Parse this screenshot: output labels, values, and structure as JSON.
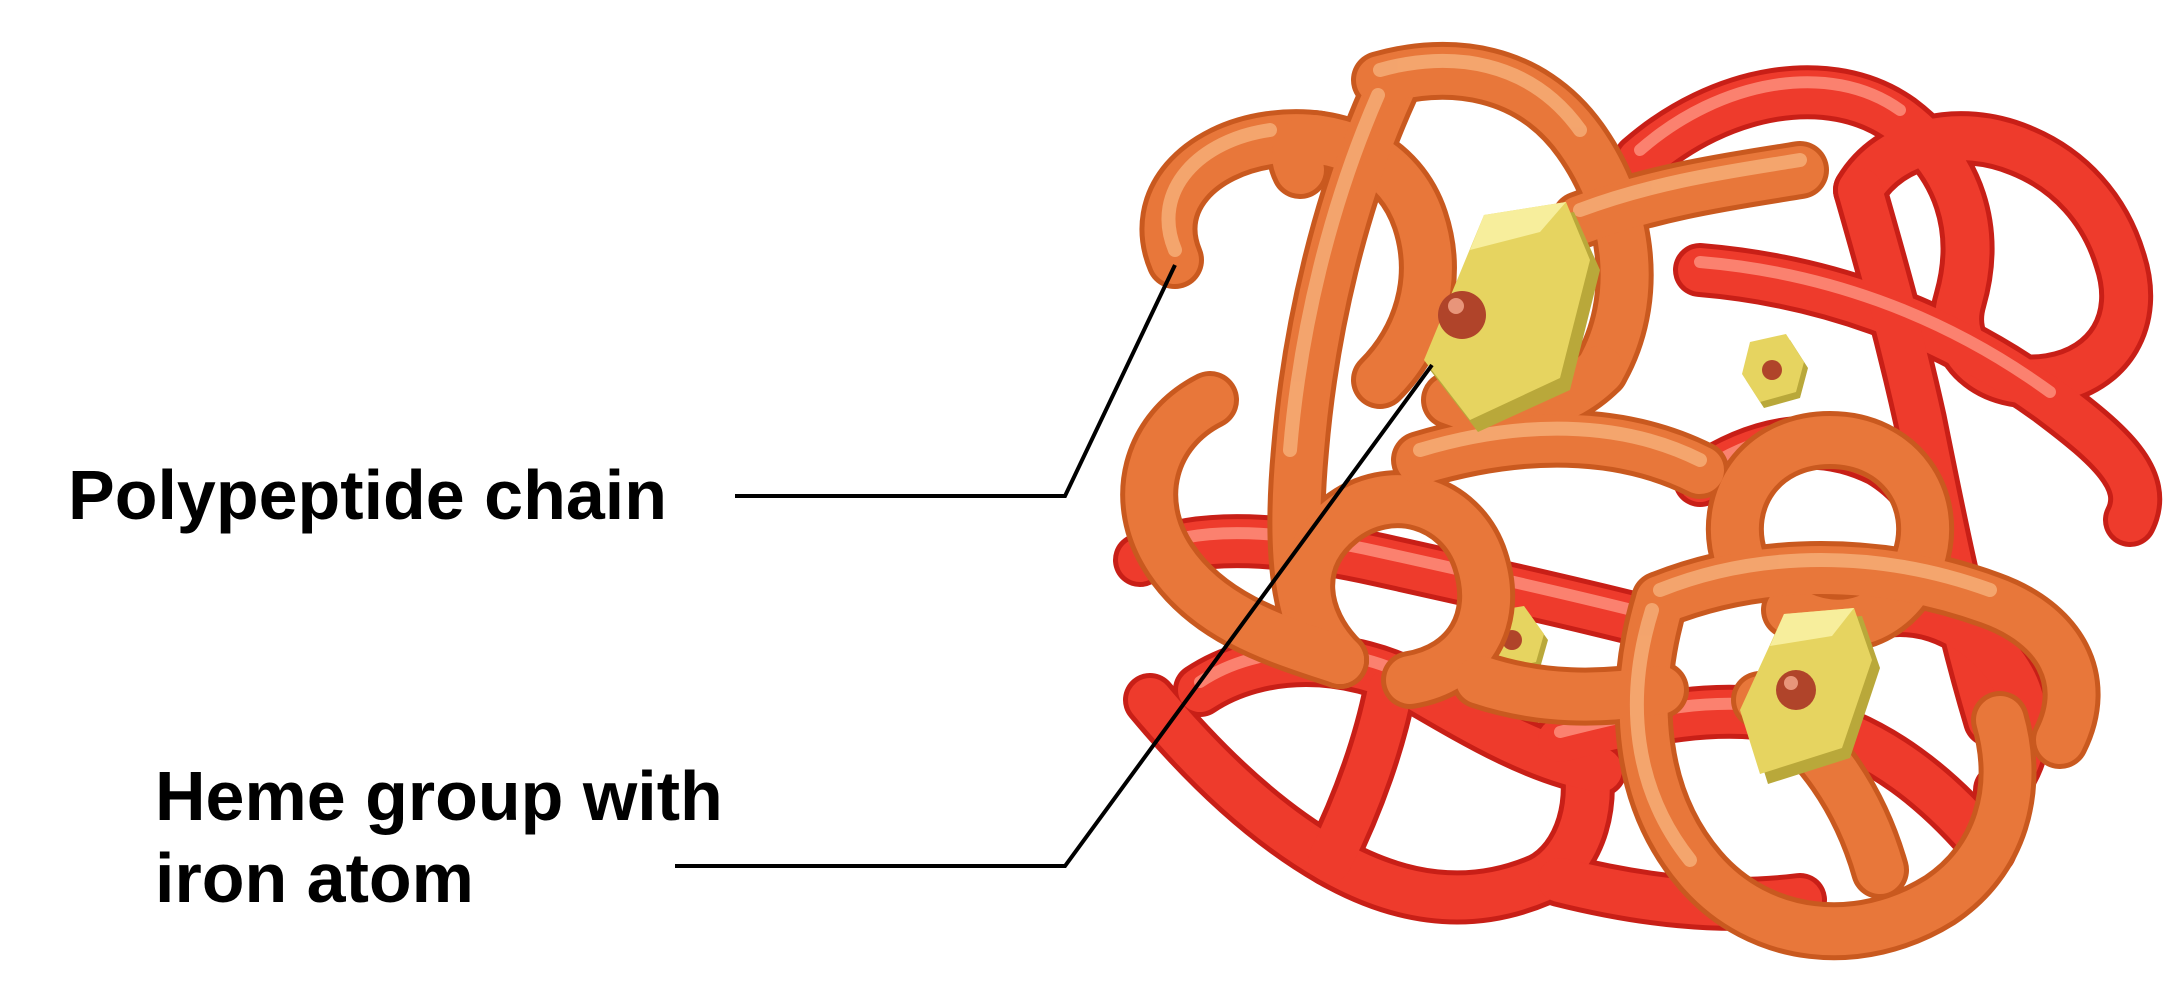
{
  "labels": {
    "polypeptide_chain": "Polypeptide chain",
    "heme_group_line1": "Heme group with",
    "heme_group_line2": "iron atom"
  },
  "colors": {
    "chain_orange": "#e8773a",
    "chain_orange_dark": "#c9591f",
    "chain_orange_light": "#f6b07a",
    "chain_red": "#ee3b2c",
    "chain_red_dark": "#c81f17",
    "chain_red_light": "#ff9a86",
    "heme_yellow": "#e6d460",
    "heme_yellow_dark": "#b9a83a",
    "iron_atom": "#b0442a",
    "leader_line": "#000000"
  }
}
